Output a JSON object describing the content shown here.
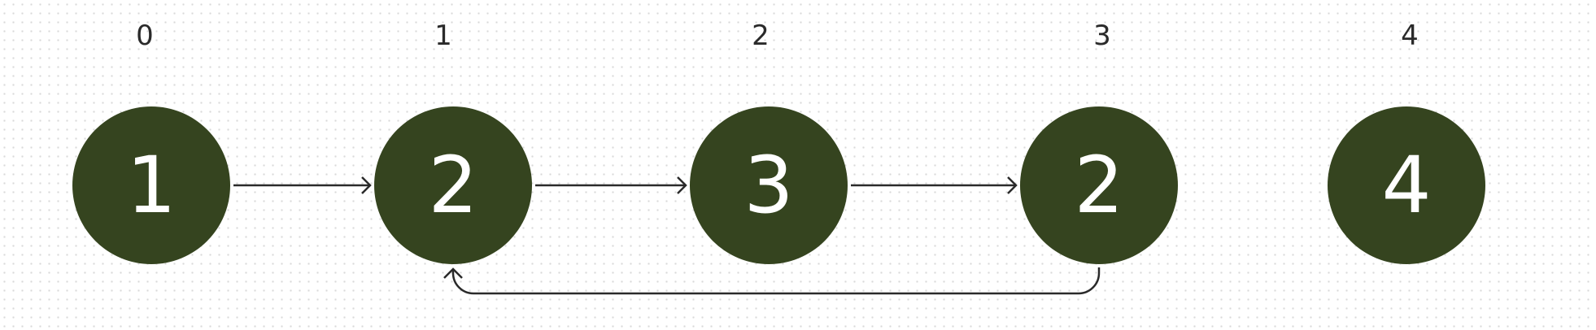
{
  "diagram": {
    "colors": {
      "node_fill": "#35441f",
      "node_text": "#ffffff",
      "edge": "#2a2a2a"
    },
    "indices": [
      "0",
      "1",
      "2",
      "3",
      "4"
    ],
    "nodes": [
      {
        "index": 0,
        "value": "1"
      },
      {
        "index": 1,
        "value": "2"
      },
      {
        "index": 2,
        "value": "3"
      },
      {
        "index": 3,
        "value": "2"
      },
      {
        "index": 4,
        "value": "4"
      }
    ],
    "edges": [
      {
        "from": 0,
        "to": 1,
        "kind": "forward"
      },
      {
        "from": 1,
        "to": 2,
        "kind": "forward"
      },
      {
        "from": 2,
        "to": 3,
        "kind": "forward"
      },
      {
        "from": 3,
        "to": 1,
        "kind": "loop-back"
      }
    ]
  }
}
